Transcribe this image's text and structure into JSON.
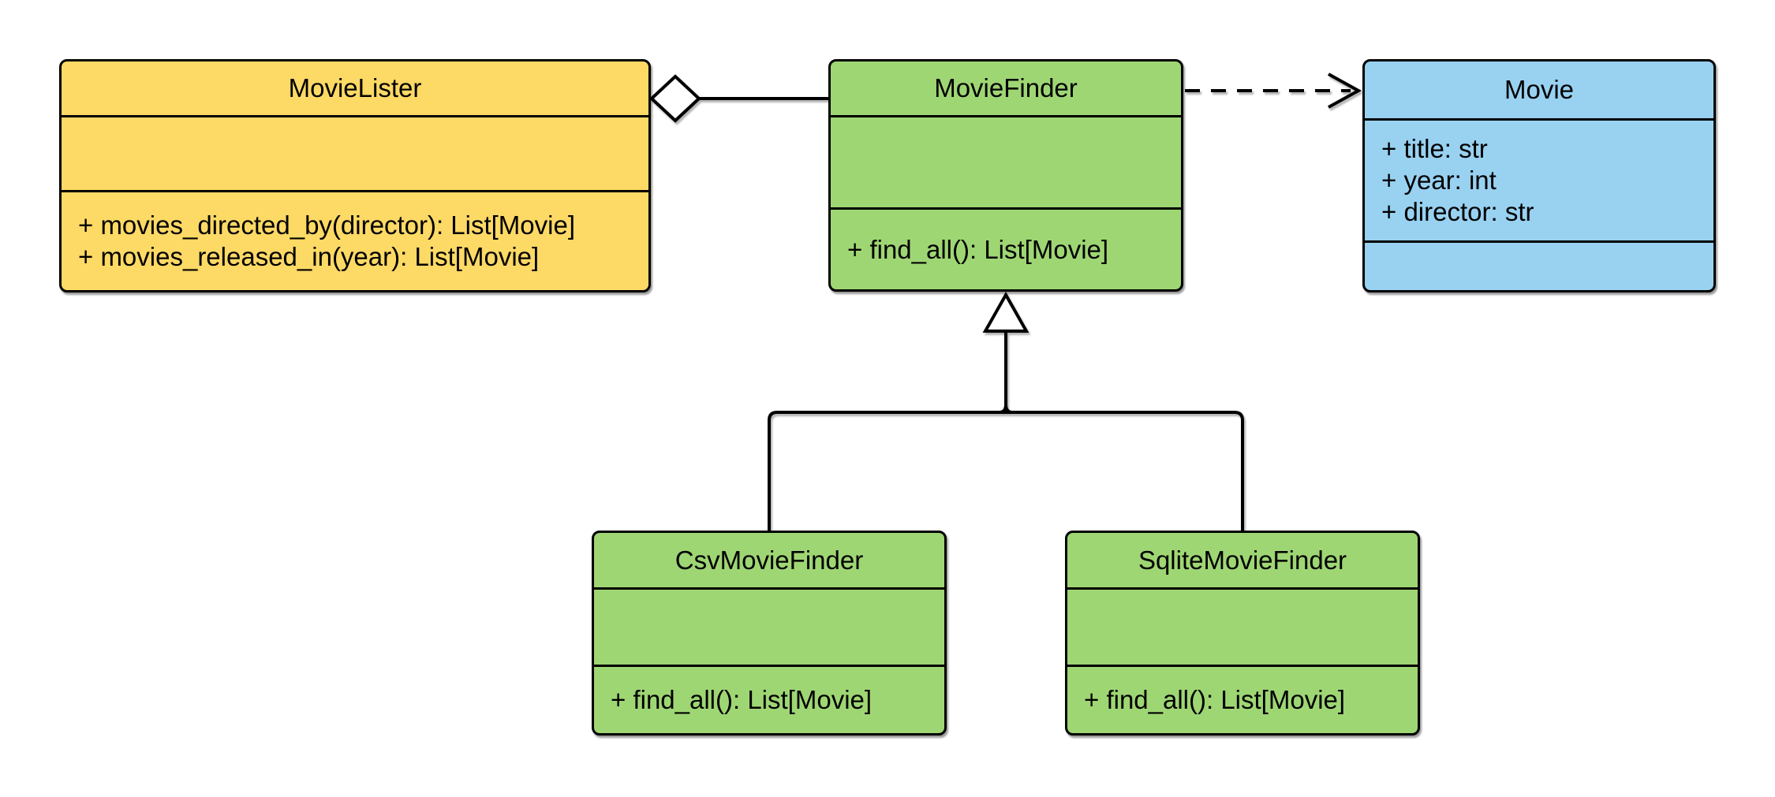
{
  "diagram": {
    "kind": "uml-class-diagram",
    "background_color": "#ffffff",
    "line_color": "#000000",
    "classes": {
      "movieLister": {
        "name": "MovieLister",
        "fill": "#FDD965",
        "attributes": [],
        "methods": [
          "+ movies_directed_by(director): List[Movie]",
          "+ movies_released_in(year): List[Movie]"
        ]
      },
      "movieFinder": {
        "name": "MovieFinder",
        "fill": "#9FD674",
        "attributes": [],
        "methods": [
          "+ find_all(): List[Movie]"
        ]
      },
      "movie": {
        "name": "Movie",
        "fill": "#99D1F1",
        "attributes": [
          "+ title: str",
          "+ year: int",
          "+ director: str"
        ],
        "methods": []
      },
      "csvMovieFinder": {
        "name": "CsvMovieFinder",
        "fill": "#9FD674",
        "attributes": [],
        "methods": [
          "+ find_all(): List[Movie]"
        ]
      },
      "sqliteMovieFinder": {
        "name": "SqliteMovieFinder",
        "fill": "#9FD674",
        "attributes": [],
        "methods": [
          "+ find_all(): List[Movie]"
        ]
      }
    },
    "relationships": [
      {
        "type": "aggregation",
        "owner": "MovieLister",
        "part": "MovieFinder",
        "marker": "hollow-diamond-at-owner",
        "line_style": "solid"
      },
      {
        "type": "dependency",
        "from": "MovieFinder",
        "to": "Movie",
        "marker": "open-arrow-at-target",
        "line_style": "dashed"
      },
      {
        "type": "inheritance",
        "child": "CsvMovieFinder",
        "parent": "MovieFinder",
        "marker": "hollow-triangle-at-parent",
        "line_style": "solid"
      },
      {
        "type": "inheritance",
        "child": "SqliteMovieFinder",
        "parent": "MovieFinder",
        "marker": "hollow-triangle-at-parent",
        "line_style": "solid"
      }
    ]
  }
}
